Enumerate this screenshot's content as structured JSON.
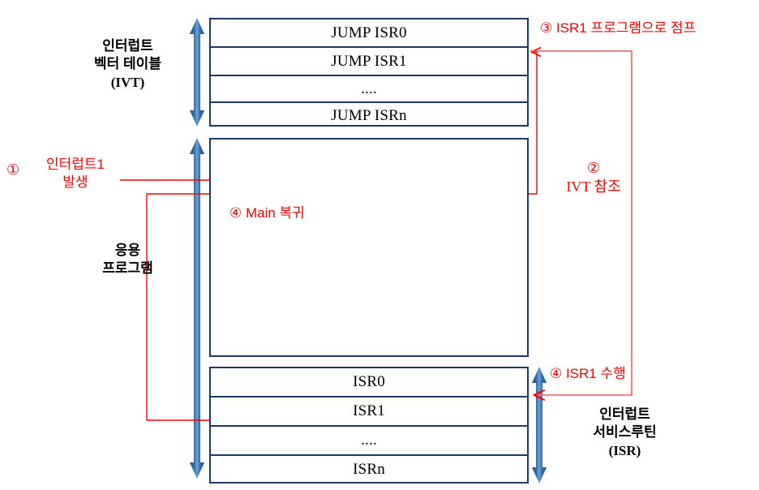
{
  "diagram": {
    "title": "Interrupt Vector Table / Application / ISR memory map",
    "colors": {
      "box_border": "#1F3864",
      "arrow_blue": "#2E5F9E",
      "annotation_red": "#FF0000",
      "code_line_blue": "#95B3D7",
      "background": "#FFFFFF"
    }
  },
  "ivt": {
    "label_lines": [
      "인터럽트",
      "벡터 테이블",
      "(IVT)"
    ],
    "rows": [
      {
        "text": "JUMP ISR0"
      },
      {
        "text": "JUMP ISR1"
      },
      {
        "text": "...."
      },
      {
        "text": "JUMP ISRn"
      }
    ]
  },
  "application": {
    "label_lines": [
      "응용",
      "프로그램"
    ],
    "rows": [
      {
        "text": ""
      }
    ]
  },
  "isr": {
    "label_lines": [
      "인터럽트",
      "서비스루틴",
      "(ISR)"
    ],
    "rows": [
      {
        "text": "ISR0"
      },
      {
        "text": "ISR1"
      },
      {
        "text": "...."
      },
      {
        "text": "ISRn"
      }
    ]
  },
  "annotations": {
    "step1": {
      "marker": "①",
      "lines": [
        "인터럽트1",
        "발생"
      ]
    },
    "step2": {
      "marker": "②",
      "lines": [
        "IVT 참조"
      ]
    },
    "step3": {
      "marker": "③",
      "text": "③ ISR1 프로그램으로 점프"
    },
    "step4_isr": {
      "marker": "④",
      "text": "④ ISR1 수행"
    },
    "step4_main": {
      "marker": "④",
      "text": "④ Main 복귀"
    }
  }
}
